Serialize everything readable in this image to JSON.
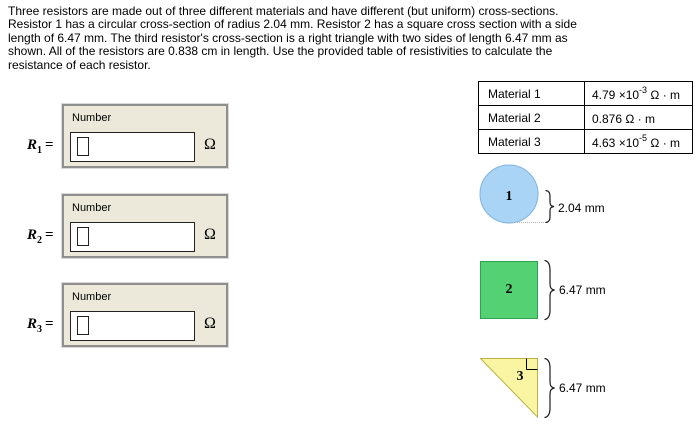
{
  "problem": {
    "lines": [
      "Three resistors are made out of three different materials and have different (but uniform) cross-sections.",
      "Resistor 1 has a circular cross-section of radius 2.04 mm. Resistor 2 has a square cross section with a side",
      "length of 6.47 mm. The third resistor's cross-section is a right triangle with two sides of length 6.47 mm as",
      "shown. All of the resistors are 0.838 cm in length. Use the provided table of resistivities to calculate the",
      "resistance of each resistor."
    ]
  },
  "resistivity_table": {
    "rows": [
      {
        "material": "Material 1",
        "value_base": "4.79 ×10",
        "value_exp": "-3",
        "value_unit": " Ω · m"
      },
      {
        "material": "Material 2",
        "value_base": "0.876",
        "value_exp": "",
        "value_unit": " Ω · m"
      },
      {
        "material": "Material 3",
        "value_base": "4.63 ×10",
        "value_exp": "-5",
        "value_unit": " Ω · m"
      }
    ]
  },
  "answers": [
    {
      "symbol": "R",
      "subscript": "1",
      "equals": "=",
      "field_label": "Number",
      "value": "",
      "unit": "Ω"
    },
    {
      "symbol": "R",
      "subscript": "2",
      "equals": "=",
      "field_label": "Number",
      "value": "",
      "unit": "Ω"
    },
    {
      "symbol": "R",
      "subscript": "3",
      "equals": "=",
      "field_label": "Number",
      "value": "",
      "unit": "Ω"
    }
  ],
  "shapes": [
    {
      "type": "circle",
      "label": "1",
      "dimension": "2.04 mm",
      "fill": "#a9d4f5",
      "stroke": "#7fb4e0"
    },
    {
      "type": "square",
      "label": "2",
      "dimension": "6.47 mm",
      "fill": "#53d173",
      "stroke": "#2fa14f"
    },
    {
      "type": "right-triangle",
      "label": "3",
      "dimension": "6.47 mm",
      "fill": "#f9f5a3",
      "stroke": "#bdb244"
    }
  ]
}
